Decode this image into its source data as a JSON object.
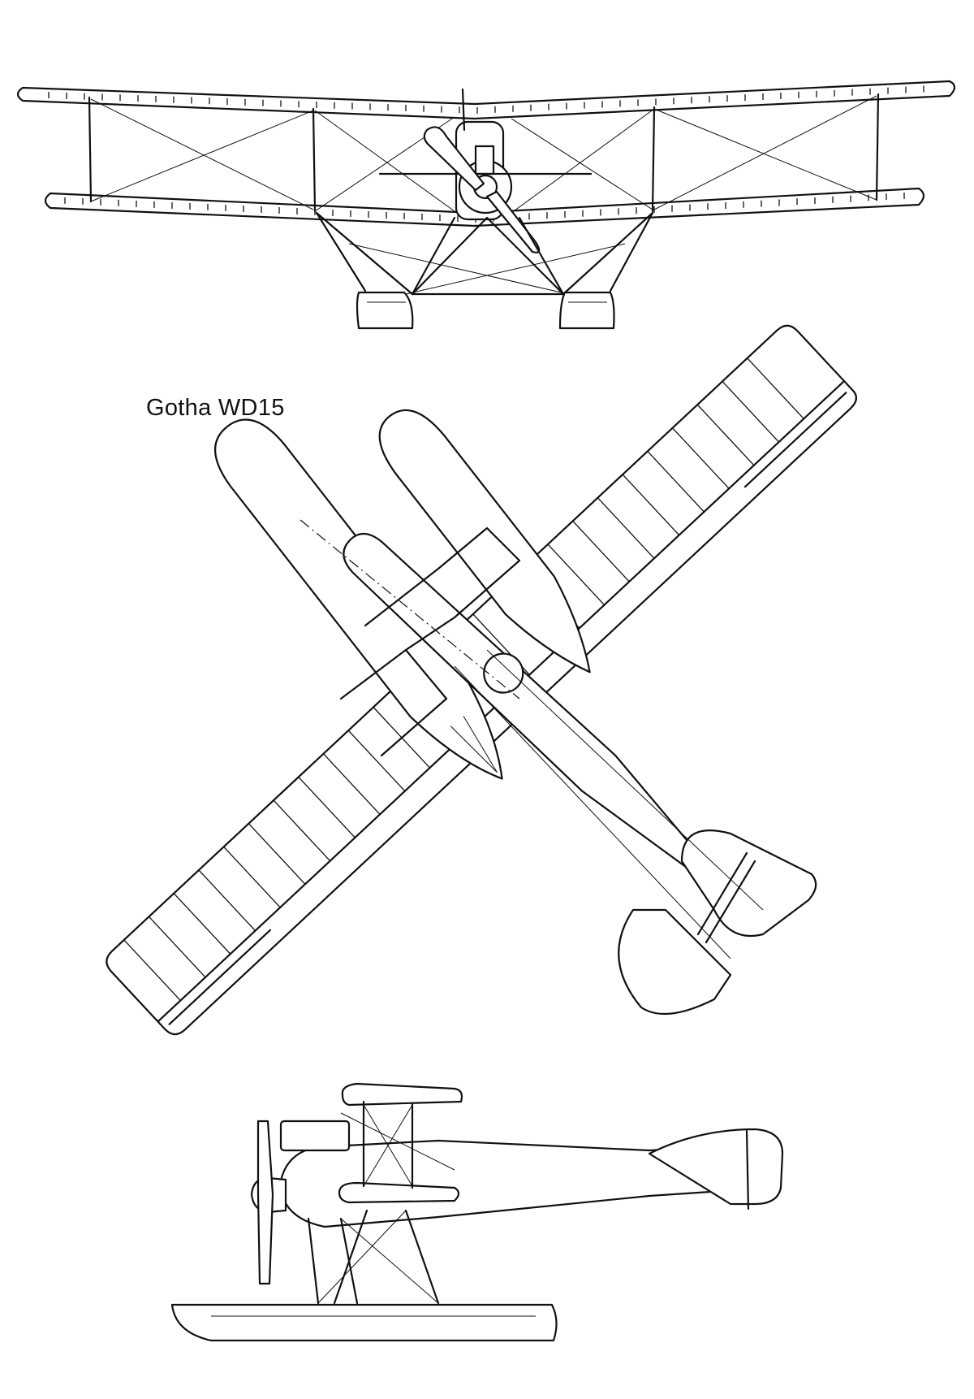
{
  "drawing": {
    "title": "Gotha WD15"
  },
  "views": [
    {
      "id": "front-view"
    },
    {
      "id": "plan-view"
    },
    {
      "id": "side-view"
    }
  ]
}
